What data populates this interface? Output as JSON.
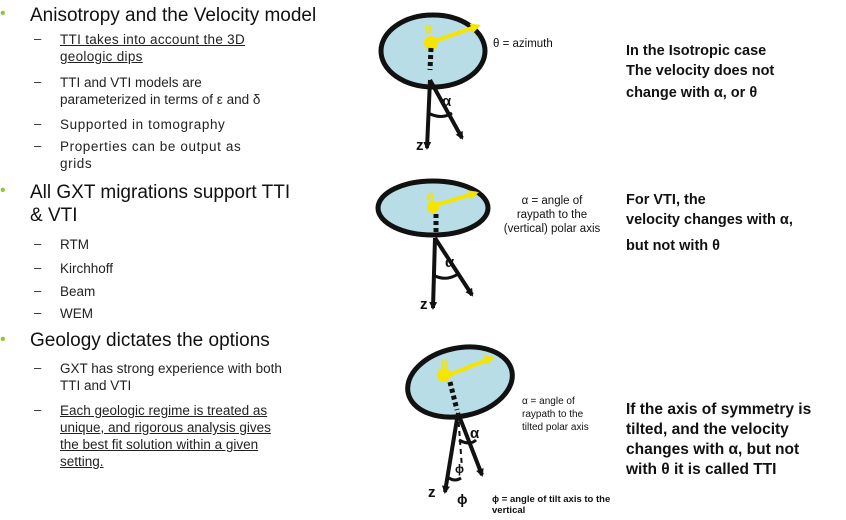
{
  "left": {
    "sections": [
      {
        "heading": "Anisotropy and the Velocity model",
        "items": [
          [
            "TTI takes into account the 3D",
            "geologic dips"
          ],
          [
            "TTI and VTI models are",
            "parameterized in terms of ε and δ"
          ],
          [
            "Supported in tomography"
          ],
          [
            "Properties can be output as",
            "grids"
          ]
        ]
      },
      {
        "heading_lines": [
          "All GXT migrations support TTI",
          "& VTI"
        ],
        "items": [
          "RTM",
          "Kirchhoff",
          "Beam",
          "WEM"
        ]
      },
      {
        "heading": "Geology dictates the options",
        "items": [
          [
            "GXT has strong experience with both",
            "TTI and VTI"
          ],
          [
            "Each geologic regime is treated as",
            "unique, and rigorous analysis gives",
            "the best fit solution within a given",
            "setting."
          ]
        ]
      }
    ]
  },
  "diagram1": {
    "theta_label": "θ = azimuth",
    "theta": "θ",
    "alpha": "α",
    "z": "z"
  },
  "diagram2": {
    "caption": [
      "α = angle of",
      "raypath to the",
      "(vertical) polar axis"
    ],
    "theta": "θ",
    "alpha": "α",
    "z": "z"
  },
  "diagram3": {
    "caption": [
      "α = angle of",
      "raypath to the",
      "tilted polar axis"
    ],
    "tilt_caption": [
      "ϕ = angle of tilt axis to the",
      "vertical"
    ],
    "theta": "θ",
    "alpha": "α",
    "phi": "ϕ",
    "z": "z"
  },
  "right": {
    "block1": [
      "In the Isotropic case",
      "The velocity does not",
      "change with α, or θ"
    ],
    "block2": [
      "For VTI, the",
      "velocity changes with α,",
      "but not with θ"
    ],
    "block3": [
      "If the axis of symmetry is",
      "tilted, and the velocity",
      "changes with α, but not",
      "with θ it is called TTI"
    ]
  },
  "colors": {
    "bullet": "#8dc63f",
    "disk_fill": "#b8dde6",
    "disk_stroke": "#111111",
    "yellow": "#f5e400"
  }
}
